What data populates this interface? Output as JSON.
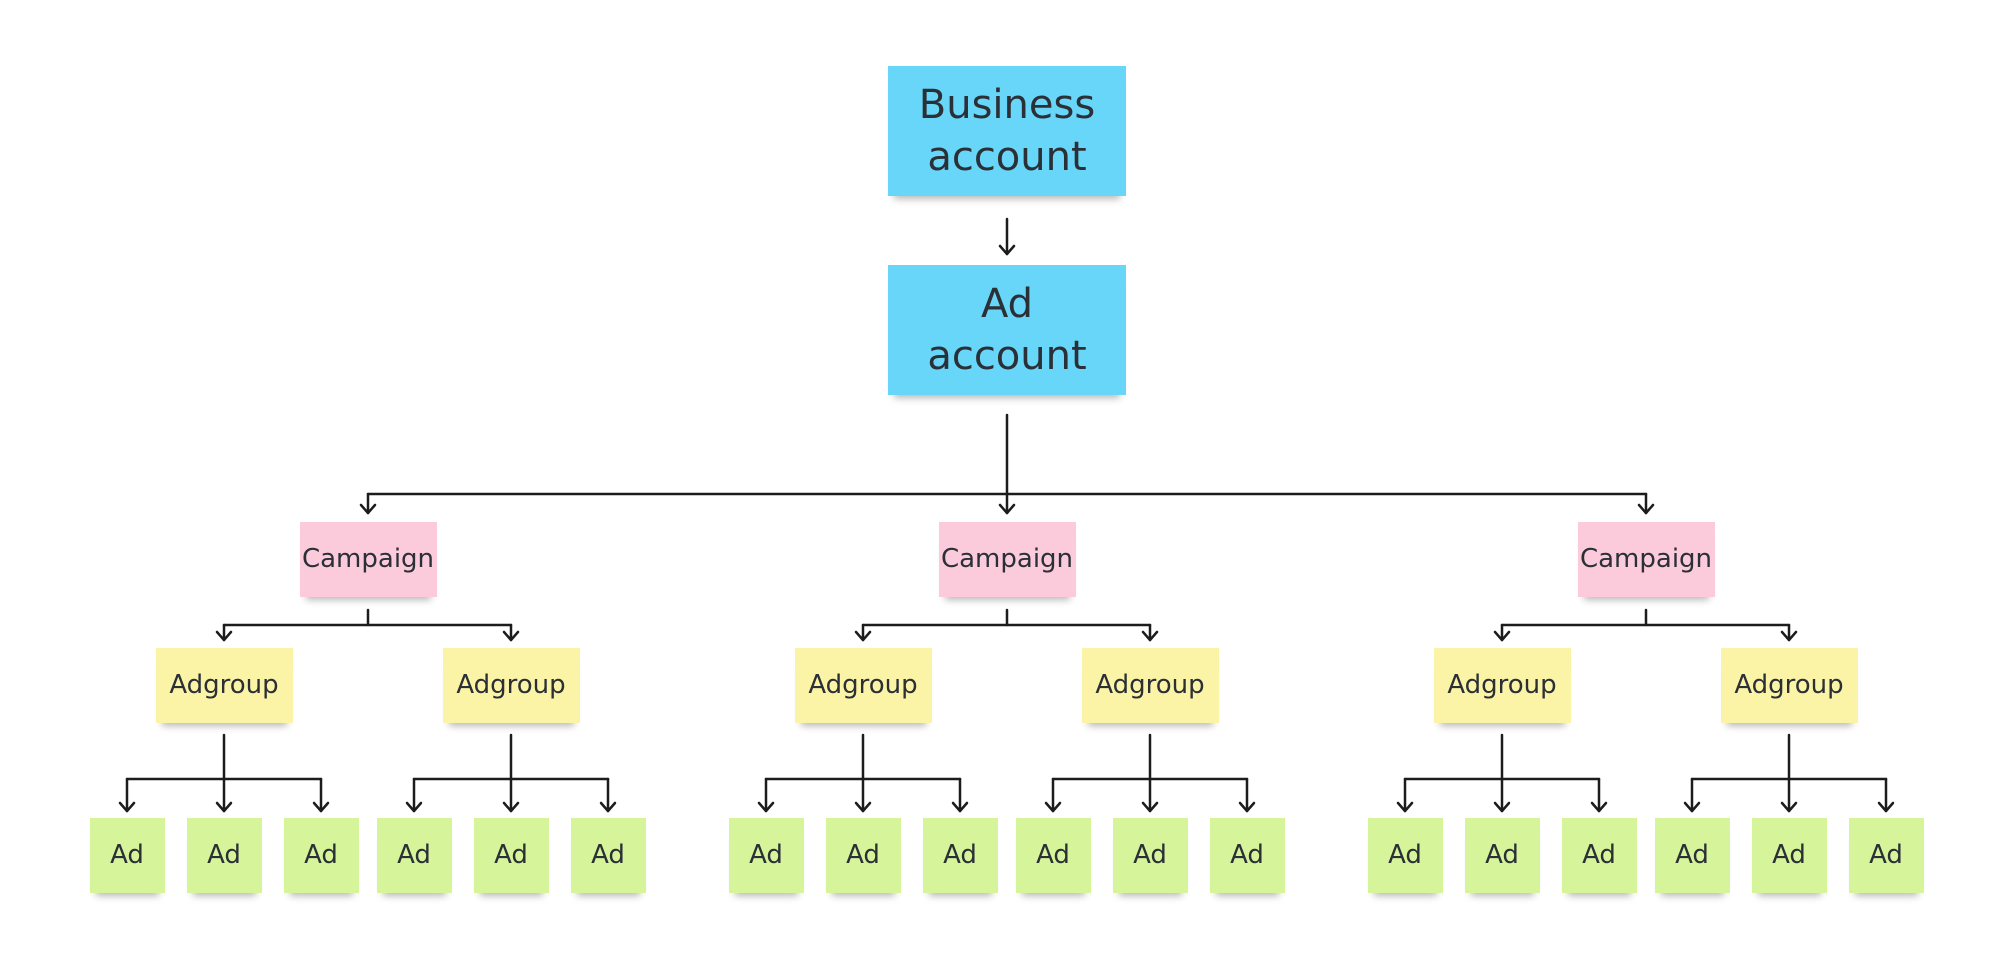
{
  "colors": {
    "blue": "#67d6f8",
    "pink": "#fbcadb",
    "yellow": "#fbf4a6",
    "green": "#d6f49a",
    "connector": "#1c1c1c"
  },
  "diagram": {
    "business_account": {
      "label": "Business account"
    },
    "ad_account": {
      "label": "Ad account"
    },
    "campaigns": [
      {
        "label": "Campaign",
        "adgroups": [
          {
            "label": "Adgroup",
            "ads": [
              "Ad",
              "Ad",
              "Ad"
            ]
          },
          {
            "label": "Adgroup",
            "ads": [
              "Ad",
              "Ad",
              "Ad"
            ]
          }
        ]
      },
      {
        "label": "Campaign",
        "adgroups": [
          {
            "label": "Adgroup",
            "ads": [
              "Ad",
              "Ad",
              "Ad"
            ]
          },
          {
            "label": "Adgroup",
            "ads": [
              "Ad",
              "Ad",
              "Ad"
            ]
          }
        ]
      },
      {
        "label": "Campaign",
        "adgroups": [
          {
            "label": "Adgroup",
            "ads": [
              "Ad",
              "Ad",
              "Ad"
            ]
          },
          {
            "label": "Adgroup",
            "ads": [
              "Ad",
              "Ad",
              "Ad"
            ]
          }
        ]
      }
    ]
  }
}
